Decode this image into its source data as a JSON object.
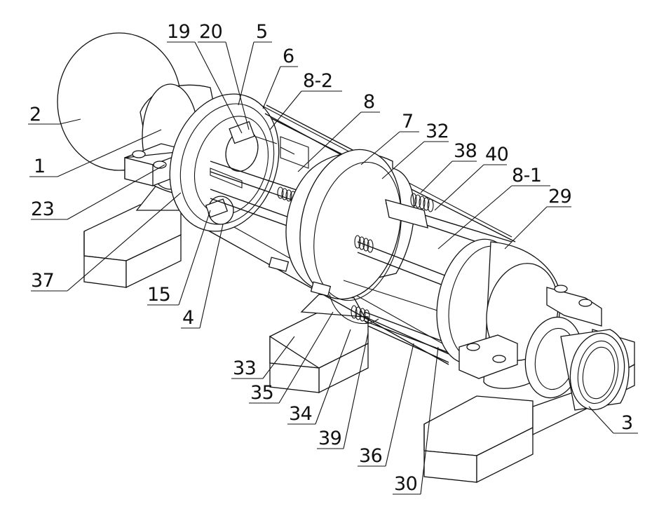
{
  "labels": {
    "l2": "2",
    "l1": "1",
    "l23": "23",
    "l37": "37",
    "l15": "15",
    "l4": "4",
    "l19": "19",
    "l20": "20",
    "l5": "5",
    "l6": "6",
    "l8_2": "8-2",
    "l8": "8",
    "l7": "7",
    "l32": "32",
    "l38": "38",
    "l40": "40",
    "l8_1": "8-1",
    "l29": "29",
    "l33": "33",
    "l35": "35",
    "l34": "34",
    "l39": "39",
    "l36": "36",
    "l30": "30",
    "l3": "3"
  }
}
